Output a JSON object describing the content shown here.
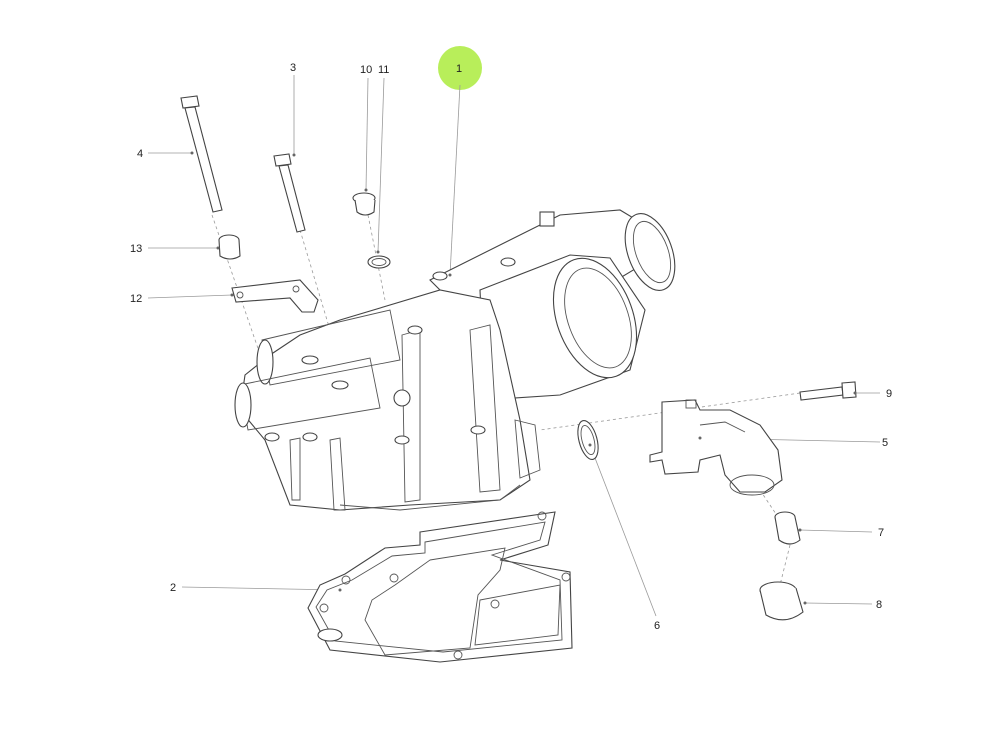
{
  "callouts": [
    {
      "id": "1",
      "label": "1"
    },
    {
      "id": "2",
      "label": "2"
    },
    {
      "id": "3",
      "label": "3"
    },
    {
      "id": "4",
      "label": "4"
    },
    {
      "id": "5",
      "label": "5"
    },
    {
      "id": "6",
      "label": "6"
    },
    {
      "id": "7",
      "label": "7"
    },
    {
      "id": "8",
      "label": "8"
    },
    {
      "id": "9",
      "label": "9"
    },
    {
      "id": "10",
      "label": "10"
    },
    {
      "id": "11",
      "label": "11"
    },
    {
      "id": "12",
      "label": "12"
    },
    {
      "id": "13",
      "label": "13"
    }
  ],
  "colors": {
    "highlight": "#b8ee5a",
    "line": "#444444",
    "leader": "#9a9a9a"
  },
  "highlighted_callout": "1"
}
